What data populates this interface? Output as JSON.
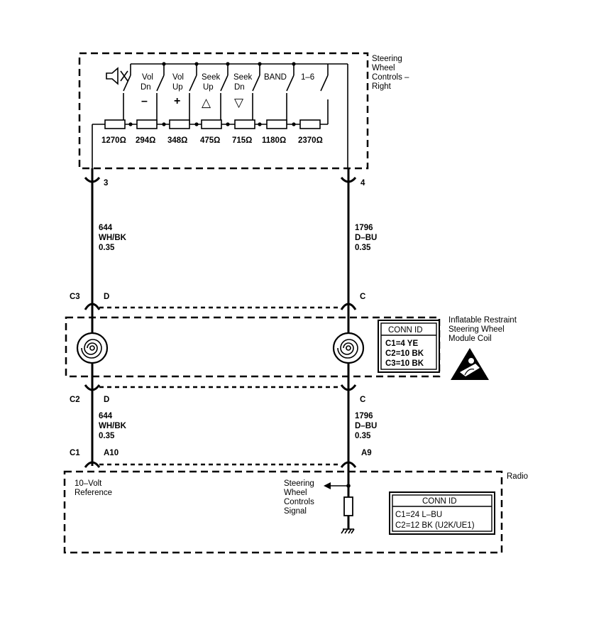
{
  "steering_controls": {
    "title_lines": [
      "Steering",
      "Wheel",
      "Controls –",
      "Right"
    ],
    "switches": [
      {
        "icon": "mute-speaker-icon",
        "lines": [],
        "symbol": ""
      },
      {
        "lines": [
          "Vol",
          "Dn"
        ],
        "symbol": "–"
      },
      {
        "lines": [
          "Vol",
          "Up"
        ],
        "symbol": "+"
      },
      {
        "lines": [
          "Seek",
          "Up"
        ],
        "symbol": "△"
      },
      {
        "lines": [
          "Seek",
          "Dn"
        ],
        "symbol": "▽"
      },
      {
        "lines": [
          "BAND"
        ],
        "symbol": ""
      },
      {
        "lines": [
          "1–6"
        ],
        "symbol": ""
      }
    ],
    "resistors": [
      "1270Ω",
      "294Ω",
      "348Ω",
      "475Ω",
      "715Ω",
      "1180Ω",
      "2370Ω"
    ],
    "pin_left": "3",
    "pin_right": "4"
  },
  "wires_upper": {
    "left": {
      "circuit": "644",
      "color": "WH/BK",
      "gauge": "0.35"
    },
    "right": {
      "circuit": "1796",
      "color": "D–BU",
      "gauge": "0.35"
    }
  },
  "coil_module": {
    "title_lines": [
      "Inflatable Restraint",
      "Steering Wheel",
      "Module Coil"
    ],
    "conn_left_top": "C3",
    "pin_left_top": "D",
    "pin_right_top": "C",
    "conn_left_bottom": "C2",
    "pin_left_bottom": "D",
    "pin_right_bottom": "C",
    "conn_id": {
      "header": "CONN ID",
      "lines": [
        "C1=4 YE",
        "C2=10 BK",
        "C3=10 BK"
      ]
    }
  },
  "wires_lower": {
    "left": {
      "circuit": "644",
      "color": "WH/BK",
      "gauge": "0.35"
    },
    "right": {
      "circuit": "1796",
      "color": "D–BU",
      "gauge": "0.35"
    }
  },
  "radio": {
    "title": "Radio",
    "conn_left": "C1",
    "pin_left": "A10",
    "pin_right": "A9",
    "left_label_lines": [
      "10–Volt",
      "Reference"
    ],
    "signal_label_lines": [
      "Steering",
      "Wheel",
      "Controls",
      "Signal"
    ],
    "conn_id": {
      "header": "CONN ID",
      "lines": [
        "C1=24 L–BU",
        "C2=12 BK (U2K/UE1)"
      ]
    }
  }
}
